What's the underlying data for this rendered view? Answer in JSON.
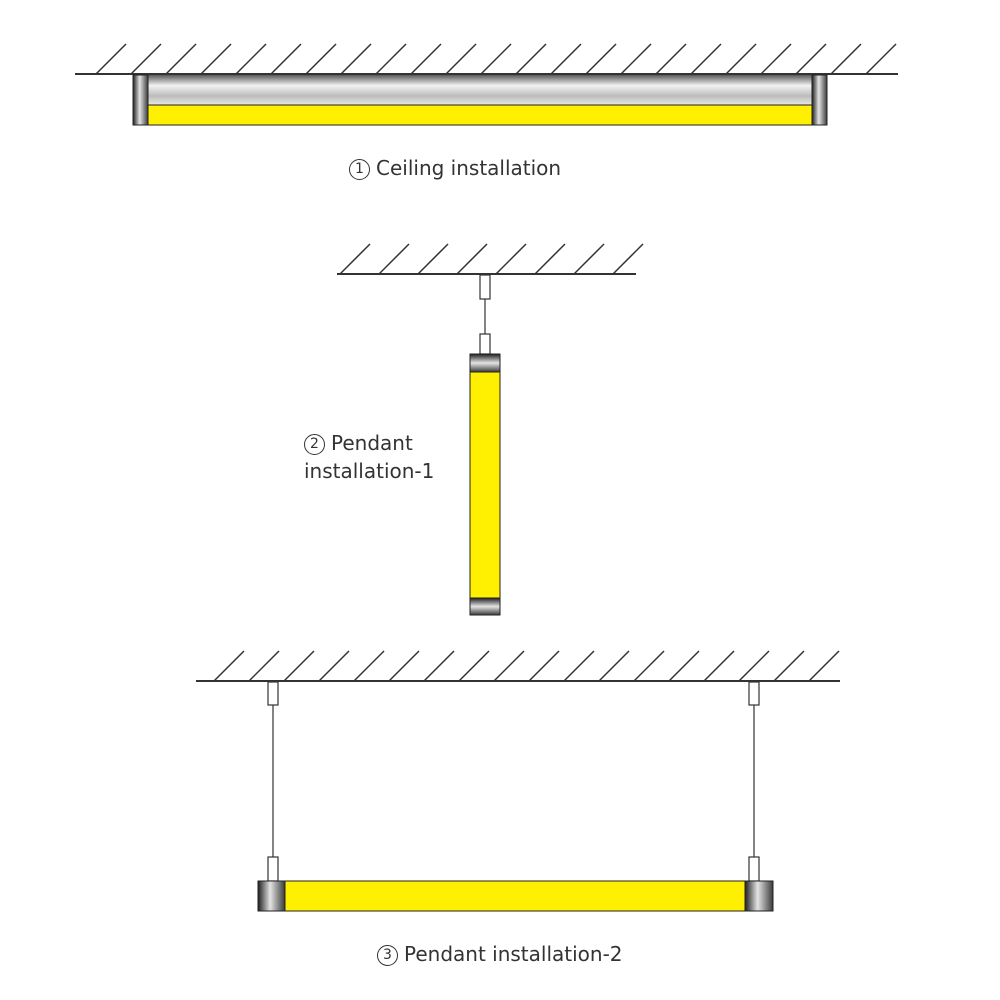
{
  "captions": {
    "ceiling": {
      "number": "1",
      "text": "Ceiling installation"
    },
    "pendant1": {
      "number": "2",
      "line1": "Pendant",
      "line2": "installation-1"
    },
    "pendant2": {
      "number": "3",
      "text": "Pendant installation-2"
    }
  },
  "colors": {
    "light": "#ffef00",
    "line": "#333333",
    "cap_dark": "#2b2b2b",
    "cap_light": "#d9d9d9"
  },
  "icons": [
    "ceiling-hatch-icon",
    "linear-light-fixture-icon",
    "suspension-wire-icon"
  ]
}
